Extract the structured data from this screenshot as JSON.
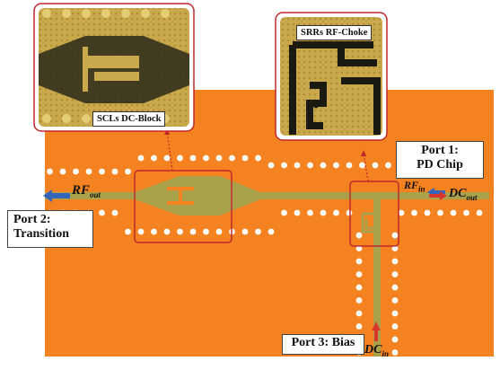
{
  "labels": {
    "port1_line1": "Port 1:",
    "port1_line2": "PD Chip",
    "port2_line1": "Port 2:",
    "port2_line2": "Transition",
    "port3": "Port 3: Bias",
    "inset_left": "SCLs DC-Block",
    "inset_right": "SRRs RF-Choke",
    "rf_out_main": "RF",
    "rf_out_sub": "out",
    "rf_in_main": "RF",
    "rf_in_sub": "in",
    "dc_out_main": "DC",
    "dc_out_sub": "out",
    "dc_in_main": "DC",
    "dc_in_sub": "in"
  },
  "colors": {
    "substrate": "#f58220",
    "trace": "#a9a24b",
    "via": "#ffffff",
    "highlight": "#c0282b",
    "arrow_blue": "#3465b8",
    "arrow_red": "#d9362b"
  }
}
